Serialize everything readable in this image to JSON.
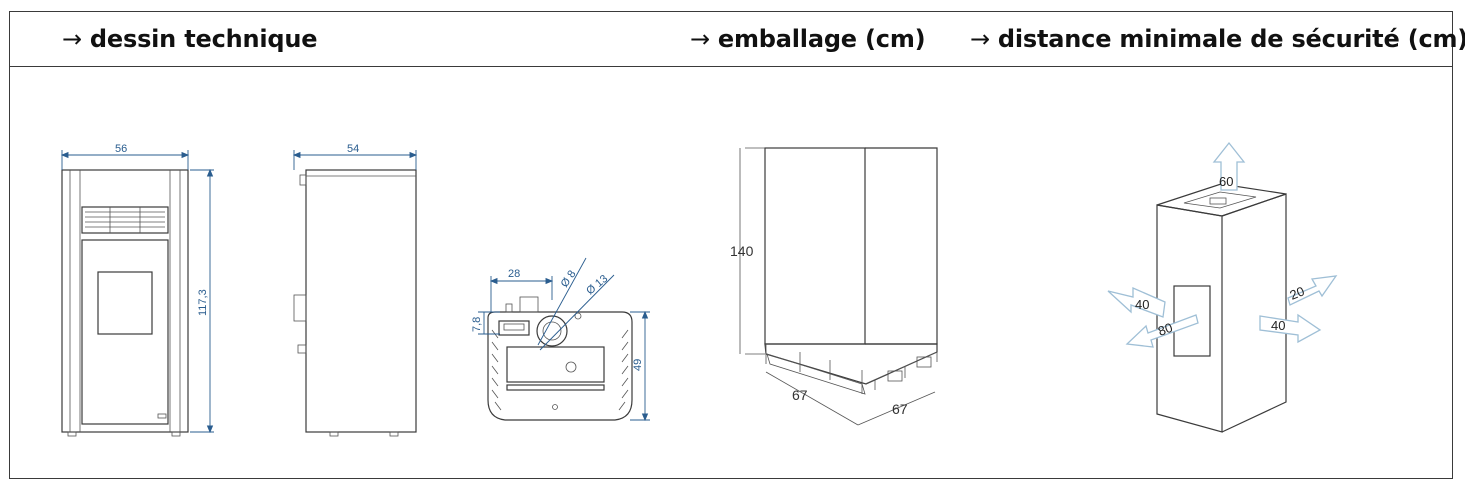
{
  "headers": {
    "technical": {
      "arrow": "→",
      "label": "dessin technique"
    },
    "packaging": {
      "arrow": "→",
      "label": "emballage (cm)"
    },
    "safety": {
      "arrow": "→",
      "label": "distance minimale de sécurité (cm)"
    }
  },
  "technical_drawing": {
    "front_width": "56",
    "side_depth": "54",
    "height": "117,3",
    "flue_offset": "28",
    "air_inlet_diameter": "Ø 8",
    "flue_diameter": "Ø 13",
    "inlet_height": "7,8",
    "back_height": "49"
  },
  "packaging": {
    "height": "140",
    "width": "67",
    "depth": "67"
  },
  "safety_distances": {
    "top": "60",
    "left": "40",
    "front": "80",
    "right_back": "20",
    "right": "40"
  }
}
